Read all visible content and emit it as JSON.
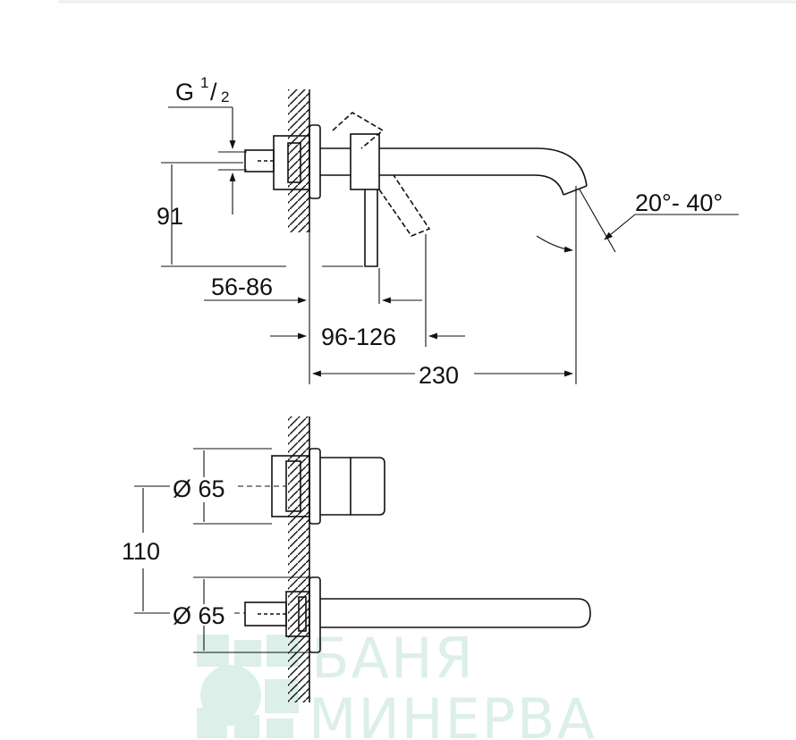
{
  "labels": {
    "thread_g": "G",
    "thread_num": "1",
    "thread_den": "2",
    "height_91": "91",
    "range_56_86": "56-86",
    "range_96_126": "96-126",
    "length_230": "230",
    "angle": "20°- 40°",
    "diameter_top": "Ø 65",
    "diameter_bottom": "Ø 65",
    "spacing_110": "110"
  },
  "watermark": {
    "line1": "БАНЯ",
    "line2": "МИНЕРВА"
  },
  "colors": {
    "line": "#111111",
    "watermark": "#dcefe8"
  }
}
